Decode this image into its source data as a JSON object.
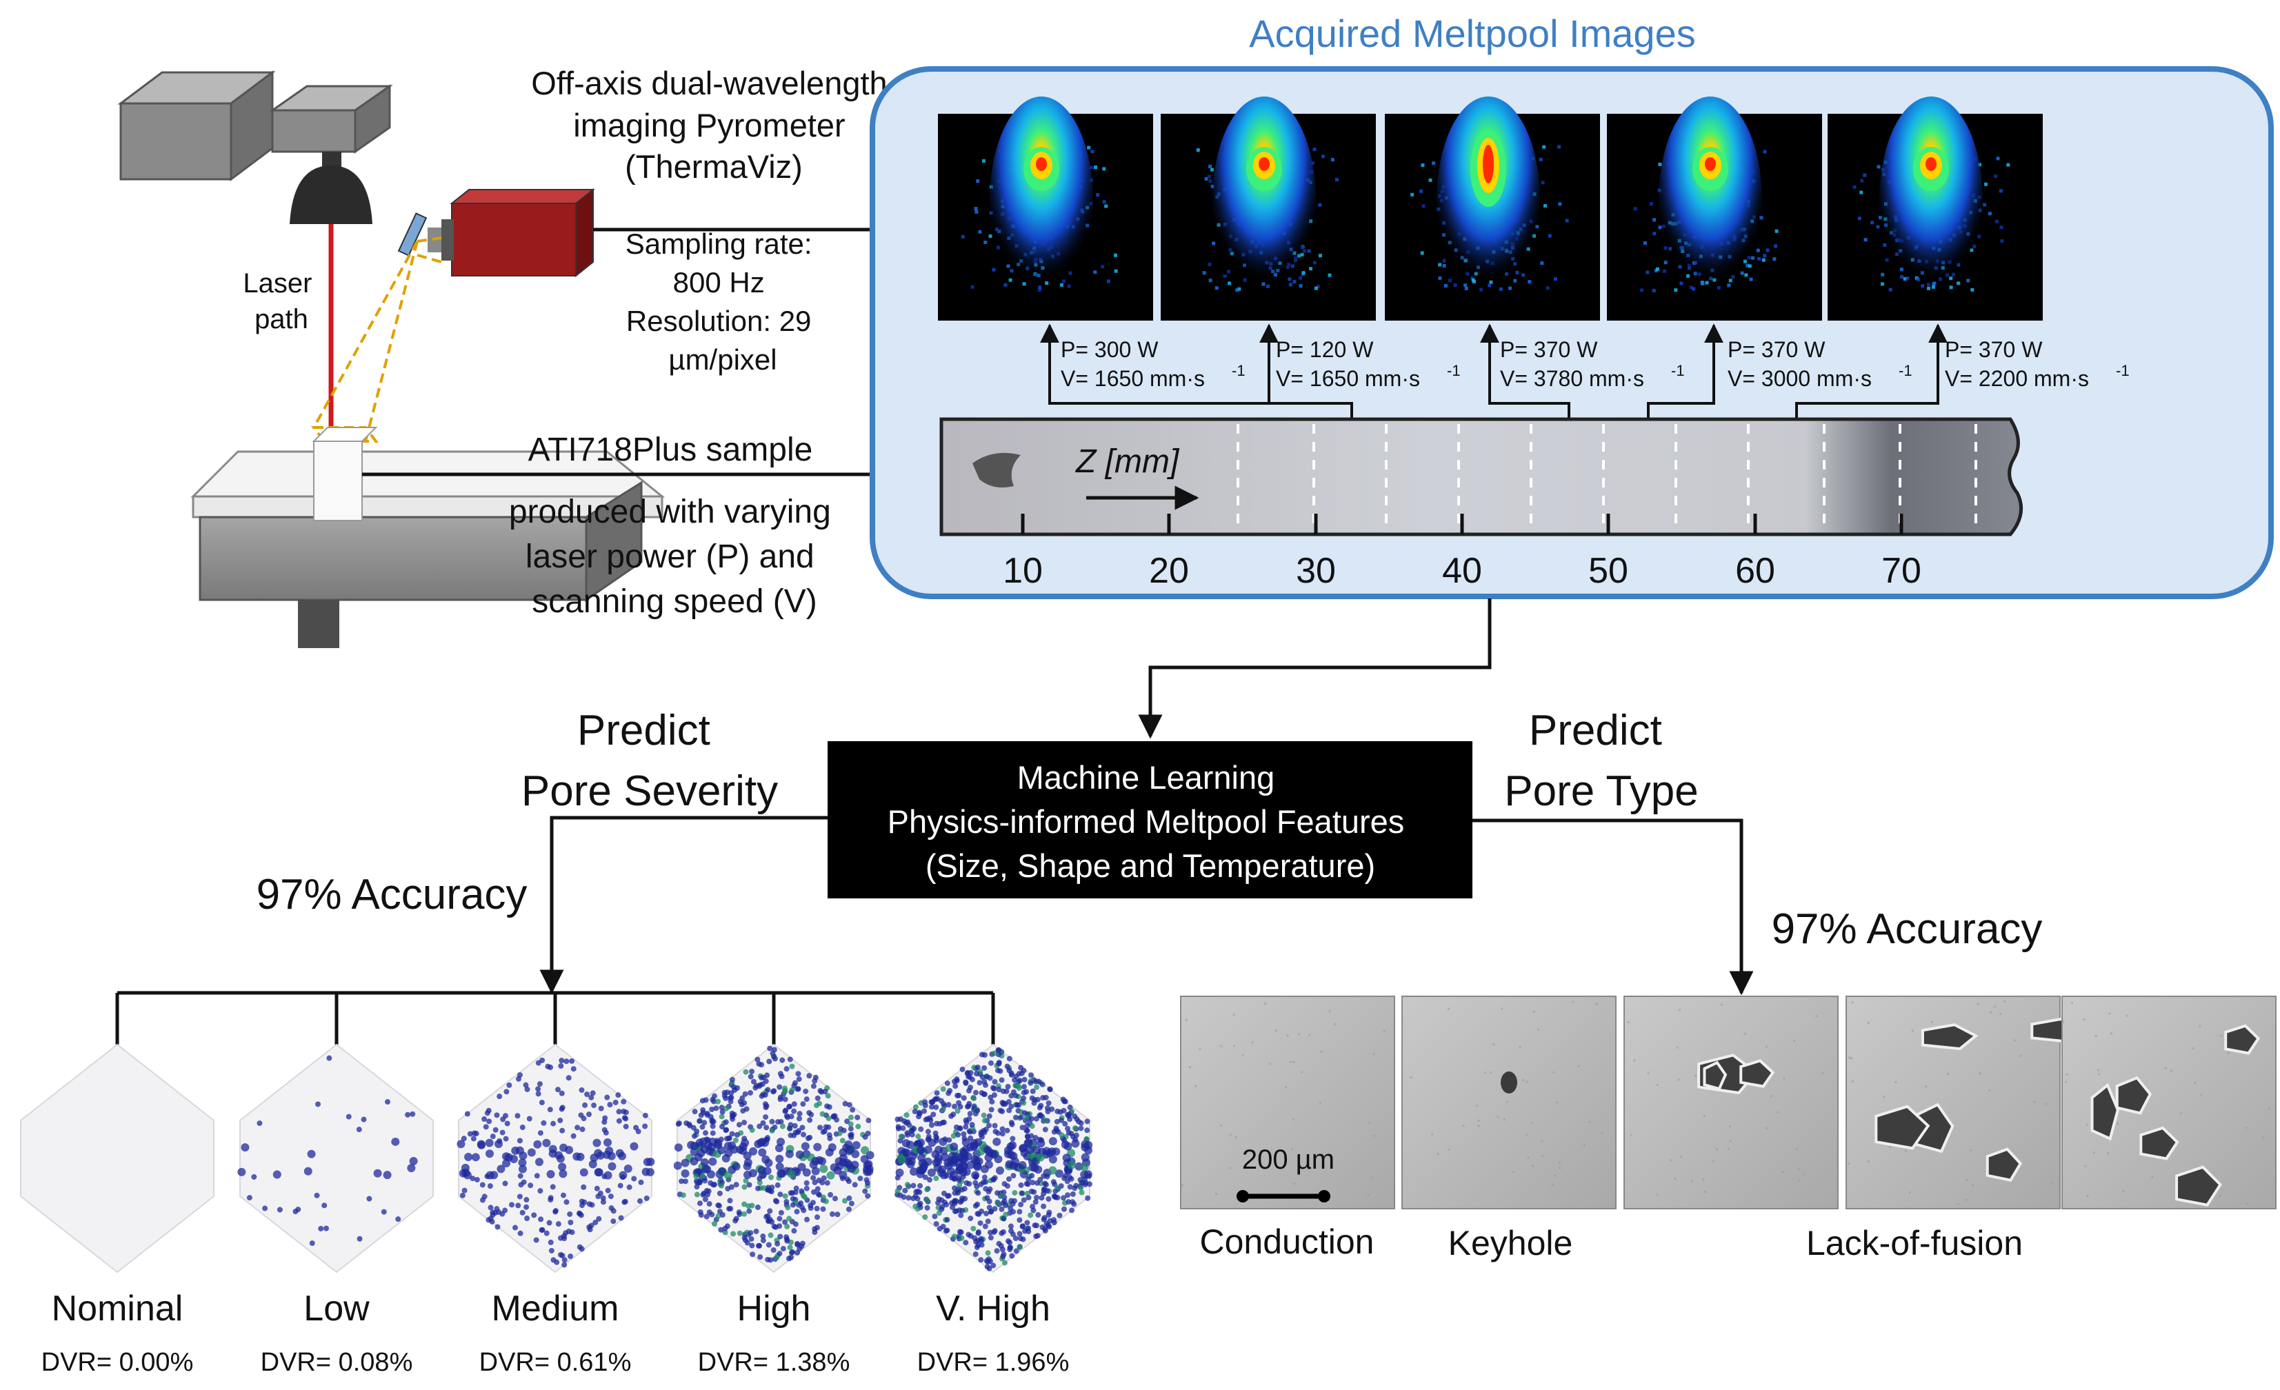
{
  "panel_title": "Acquired Meltpool Images",
  "pyrometer": {
    "title_lines": [
      "Off-axis dual-wavelength",
      "imaging Pyrometer",
      "(ThermaViz)"
    ],
    "spec_lines": [
      "Sampling rate:",
      "800 Hz",
      "Resolution: 29",
      "µm/pixel"
    ]
  },
  "laser_path_lines": [
    "Laser",
    "path"
  ],
  "sample": {
    "label": "ATI718Plus sample",
    "desc_lines": [
      "produced with varying",
      "laser power (P) and",
      "scanning speed (V)"
    ]
  },
  "meltpool_params": [
    {
      "p": "P= 300 W",
      "v": "V= 1650 mm·s",
      "exp": "-1"
    },
    {
      "p": "P= 120 W",
      "v": "V= 1650 mm·s",
      "exp": "-1"
    },
    {
      "p": "P= 370 W",
      "v": "V= 3780 mm·s",
      "exp": "-1"
    },
    {
      "p": "P= 370 W",
      "v": "V= 3000 mm·s",
      "exp": "-1"
    },
    {
      "p": "P= 370 W",
      "v": "V= 2200 mm·s",
      "exp": "-1"
    }
  ],
  "strip": {
    "axis_label": "Z [mm]",
    "ticks": [
      "10",
      "20",
      "30",
      "40",
      "50",
      "60",
      "70"
    ]
  },
  "ml_box_lines": [
    "Machine Learning",
    "Physics-informed Meltpool Features",
    "(Size, Shape and Temperature)"
  ],
  "severity": {
    "heading_lines": [
      "Predict",
      "Pore Severity"
    ],
    "accuracy": "97% Accuracy",
    "classes": [
      {
        "name": "Nominal",
        "dvr": "DVR= 0.00%",
        "density": 0.0
      },
      {
        "name": "Low",
        "dvr": "DVR= 0.08%",
        "density": 0.08
      },
      {
        "name": "Medium",
        "dvr": "DVR= 0.61%",
        "density": 0.61
      },
      {
        "name": "High",
        "dvr": "DVR= 1.38%",
        "density": 1.38
      },
      {
        "name": "V. High",
        "dvr": "DVR= 1.96%",
        "density": 1.96
      }
    ]
  },
  "pore_type": {
    "heading_lines": [
      "Predict",
      "Pore Type"
    ],
    "accuracy": "97% Accuracy",
    "scale_bar": "200 µm",
    "labels": [
      "Conduction",
      "Keyhole",
      "Lack-of-fusion"
    ]
  },
  "colors": {
    "panel_border": "#3f7fc4",
    "panel_fill": "#d9e7f6",
    "panel_title": "#3f7fc4",
    "laser": "#d11a1a",
    "pyrometer": "#9a1b1b",
    "ml_box": "#000000",
    "pore_blue": "#1d2a9c",
    "pore_green": "#1f8a66"
  }
}
